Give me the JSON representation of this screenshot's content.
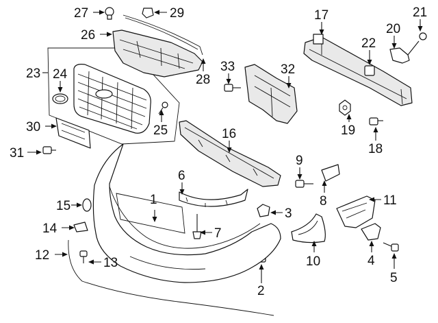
{
  "diagram": {
    "callouts": [
      {
        "id": "c1",
        "label": "1"
      },
      {
        "id": "c2",
        "label": "2"
      },
      {
        "id": "c3",
        "label": "3"
      },
      {
        "id": "c4",
        "label": "4"
      },
      {
        "id": "c5",
        "label": "5"
      },
      {
        "id": "c6",
        "label": "6"
      },
      {
        "id": "c7",
        "label": "7"
      },
      {
        "id": "c8",
        "label": "8"
      },
      {
        "id": "c9",
        "label": "9"
      },
      {
        "id": "c10",
        "label": "10"
      },
      {
        "id": "c11",
        "label": "11"
      },
      {
        "id": "c12",
        "label": "12"
      },
      {
        "id": "c13",
        "label": "13"
      },
      {
        "id": "c14",
        "label": "14"
      },
      {
        "id": "c15",
        "label": "15"
      },
      {
        "id": "c16",
        "label": "16"
      },
      {
        "id": "c17",
        "label": "17"
      },
      {
        "id": "c18",
        "label": "18"
      },
      {
        "id": "c19",
        "label": "19"
      },
      {
        "id": "c20",
        "label": "20"
      },
      {
        "id": "c21",
        "label": "21"
      },
      {
        "id": "c22",
        "label": "22"
      },
      {
        "id": "c23",
        "label": "23"
      },
      {
        "id": "c24",
        "label": "24"
      },
      {
        "id": "c25",
        "label": "25"
      },
      {
        "id": "c26",
        "label": "26"
      },
      {
        "id": "c27",
        "label": "27"
      },
      {
        "id": "c28",
        "label": "28"
      },
      {
        "id": "c29",
        "label": "29"
      },
      {
        "id": "c30",
        "label": "30"
      },
      {
        "id": "c31",
        "label": "31"
      },
      {
        "id": "c32",
        "label": "32"
      },
      {
        "id": "c33",
        "label": "33"
      }
    ]
  }
}
